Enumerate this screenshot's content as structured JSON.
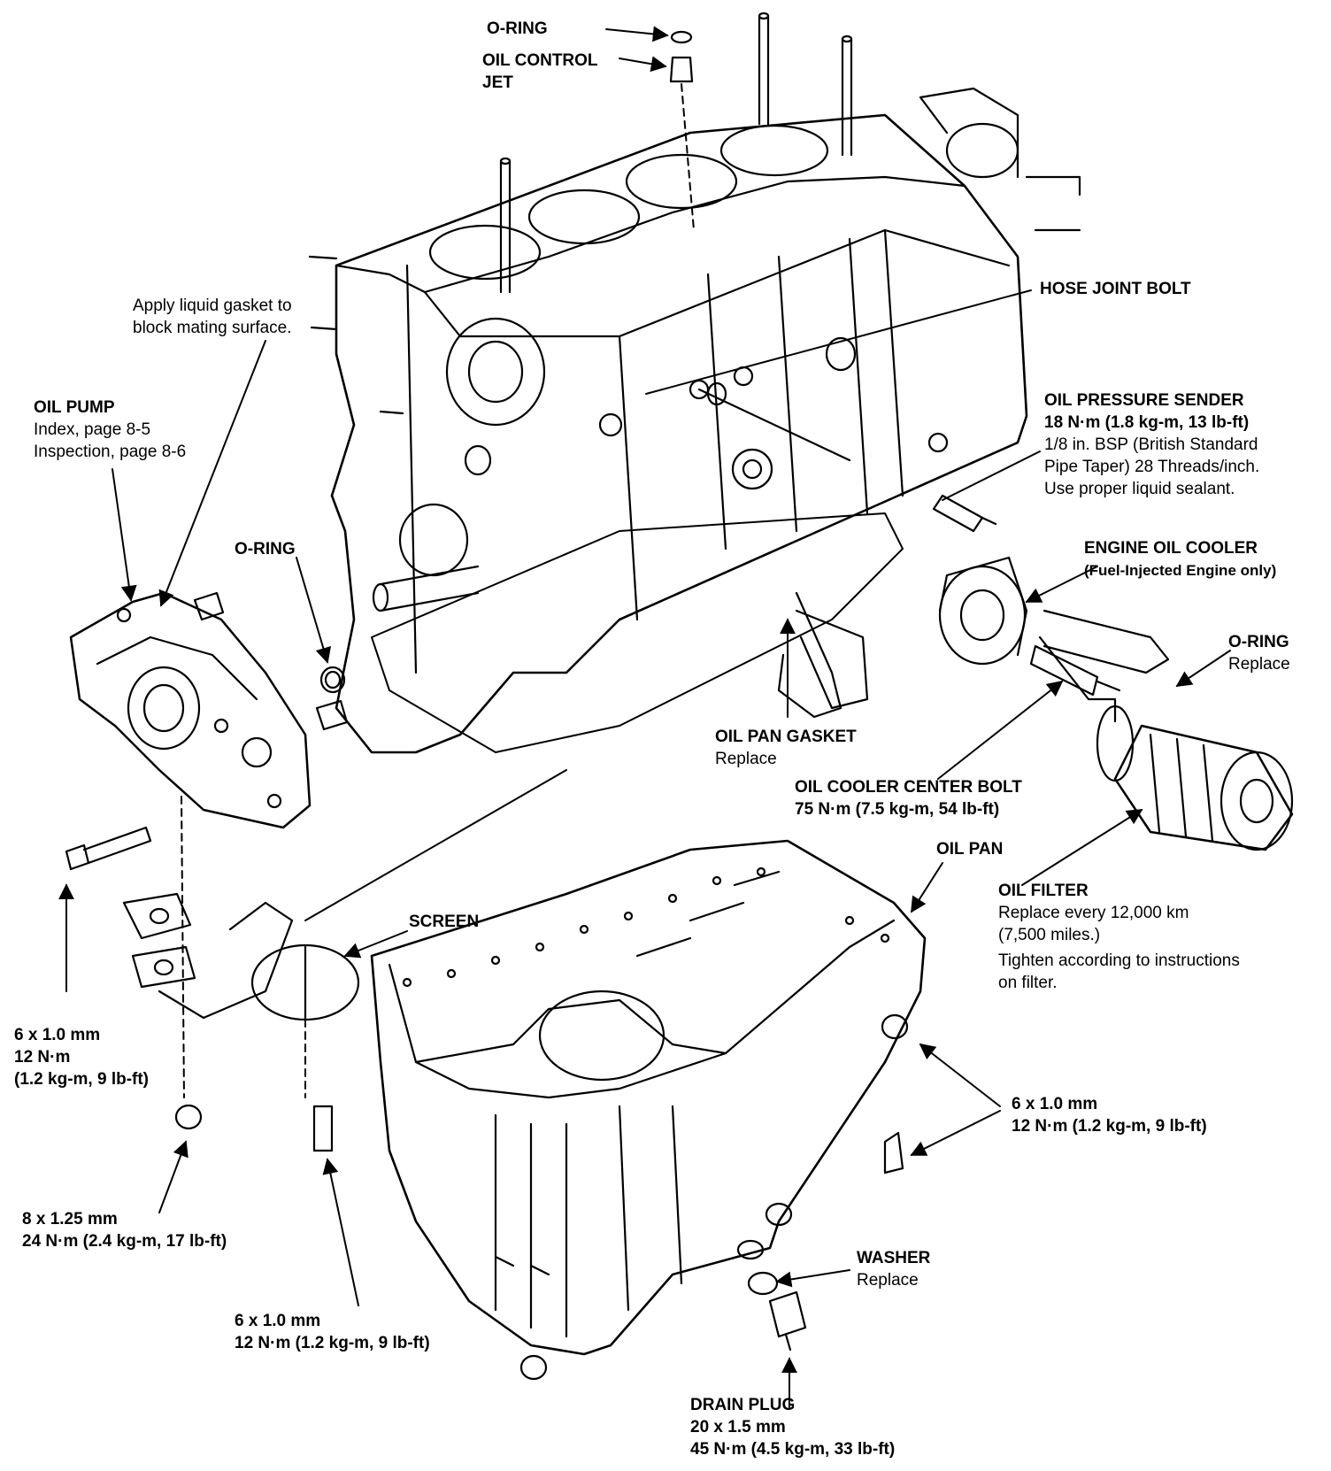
{
  "labels": {
    "oring_top": {
      "title": "O-RING"
    },
    "oil_control_jet": {
      "title": "OIL CONTROL",
      "title2": "JET"
    },
    "liquid_gasket": {
      "line1": "Apply liquid gasket to",
      "line2": "block mating surface."
    },
    "hose_joint_bolt": {
      "title": "HOSE JOINT BOLT"
    },
    "oil_pressure_sender": {
      "title": "OIL PRESSURE SENDER",
      "torque": "18 N·m (1.8 kg-m, 13 lb-ft)",
      "note1": "1/8 in. BSP (British Standard",
      "note2": "Pipe Taper) 28 Threads/inch.",
      "note3": "Use proper liquid sealant."
    },
    "oil_pump": {
      "title": "OIL PUMP",
      "ref1": "Index, page 8-5",
      "ref2": "Inspection, page 8-6"
    },
    "oring_pump": {
      "title": "O-RING"
    },
    "engine_oil_cooler": {
      "title": "ENGINE OIL COOLER",
      "note": "(Fuel-Injected Engine only)"
    },
    "oring_filter": {
      "title": "O-RING",
      "note": "Replace"
    },
    "oil_pan_gasket": {
      "title": "OIL PAN GASKET",
      "note": "Replace"
    },
    "oil_cooler_center_bolt": {
      "title": "OIL COOLER CENTER BOLT",
      "torque": "75 N·m (7.5 kg-m, 54 lb-ft)"
    },
    "oil_pan": {
      "title": "OIL PAN"
    },
    "oil_filter": {
      "title": "OIL FILTER",
      "note1": "Replace every 12,000 km",
      "note2": "(7,500 miles.)",
      "note3": "Tighten according to instructions",
      "note4": "on filter."
    },
    "screen": {
      "title": "SCREEN"
    },
    "bolt_6x1_left": {
      "size": "6 x 1.0 mm",
      "torque1": "12 N·m",
      "torque2": "(1.2 kg-m, 9 lb-ft)"
    },
    "bolt_6x1_right": {
      "size": "6 x 1.0 mm",
      "torque": "12 N·m (1.2 kg-m, 9 lb-ft)"
    },
    "nut_8x125": {
      "size": "8 x 1.25 mm",
      "torque": "24 N·m (2.4 kg-m, 17 lb-ft)"
    },
    "bolt_6x1_bottom": {
      "size": "6 x 1.0 mm",
      "torque": "12 N·m (1.2 kg-m, 9 lb-ft)"
    },
    "washer": {
      "title": "WASHER",
      "note": "Replace"
    },
    "drain_plug": {
      "title": "DRAIN PLUG",
      "size": "20 x 1.5 mm",
      "torque": "45 N·m (4.5 kg-m, 33 lb-ft)"
    }
  },
  "colors": {
    "ink": "#000000",
    "paper": "#ffffff"
  }
}
